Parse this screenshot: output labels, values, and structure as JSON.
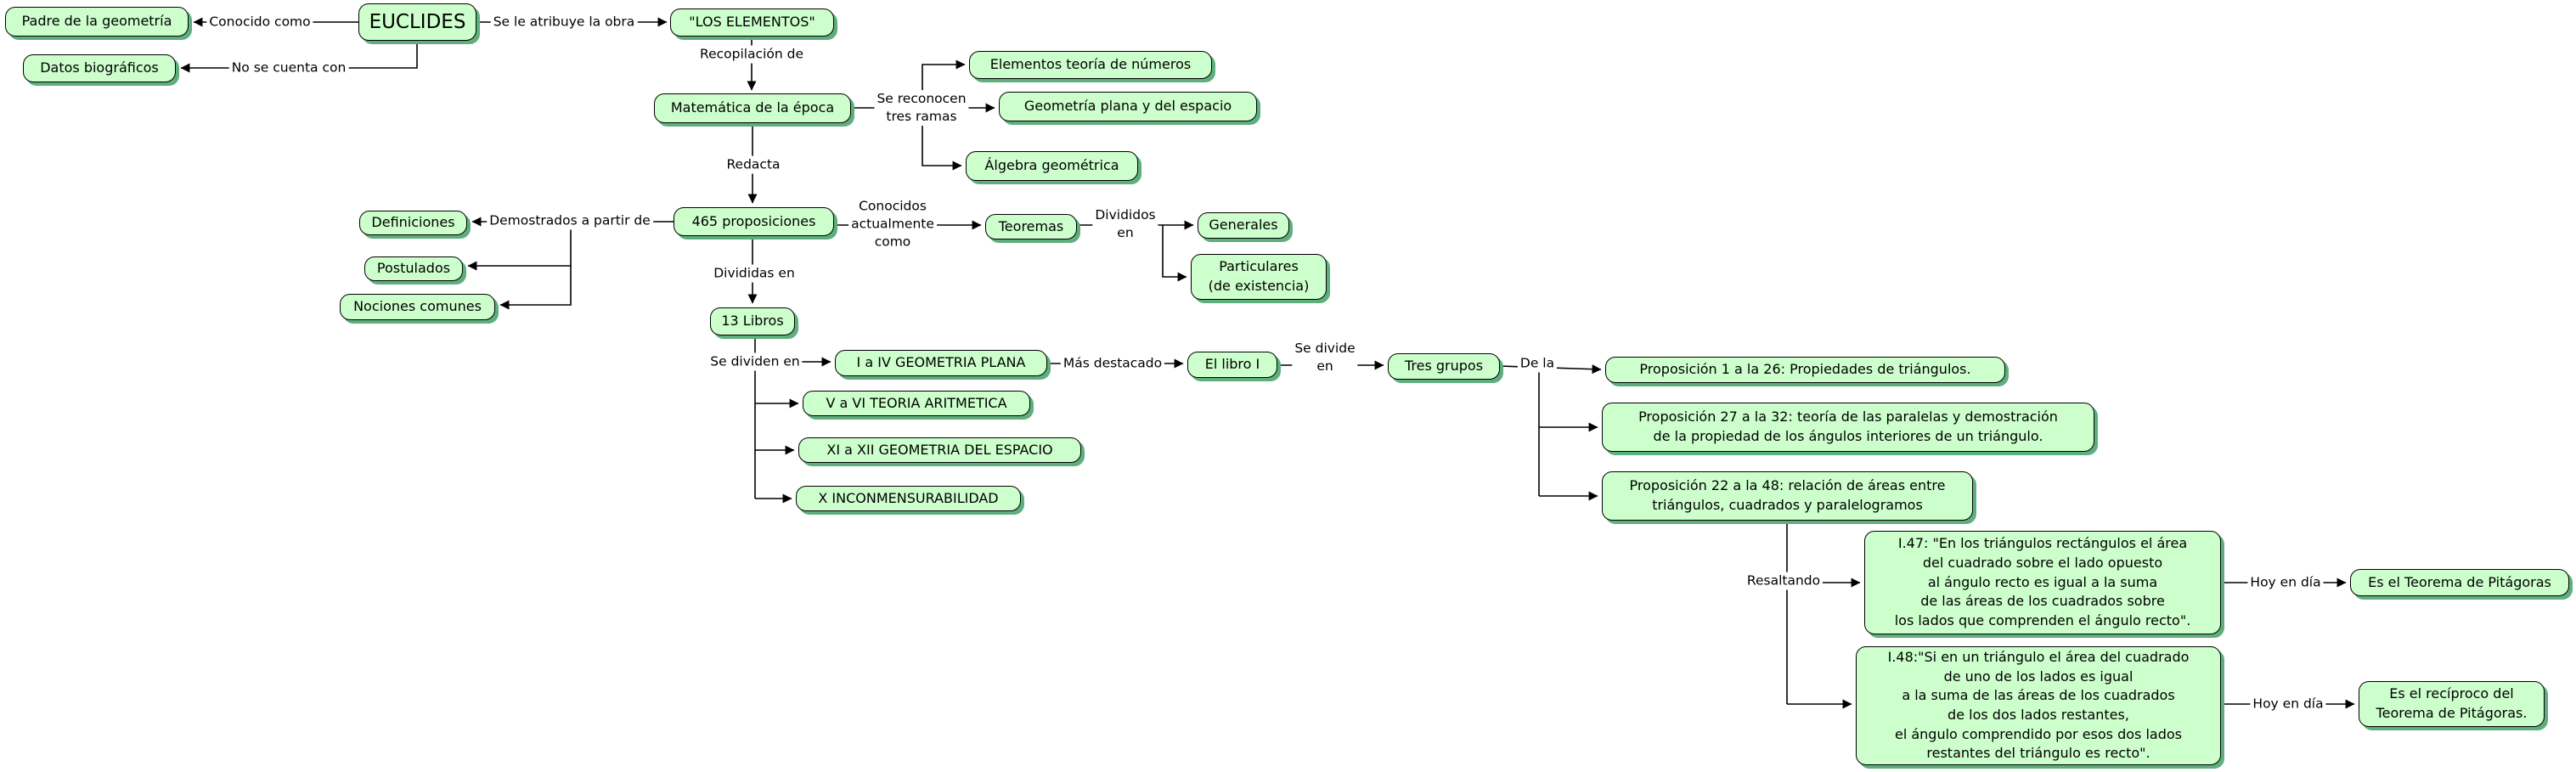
{
  "colors": {
    "node_fill": "#ccffcc",
    "node_border": "#000000",
    "node_shadow": "#5fae7d",
    "connector": "#000000",
    "background": "#ffffff"
  },
  "nodes": {
    "padre": "Padre de la geometría",
    "datos": "Datos biográficos",
    "euclides": "EUCLIDES",
    "elementos": "\"LOS ELEMENTOS\"",
    "matematica": "Matemática de la época",
    "elem_numeros": "Elementos teoría de números",
    "geo_plana": "Geometría plana y del espacio",
    "algebra": "Álgebra geométrica",
    "definiciones": "Definiciones",
    "postulados": "Postulados",
    "nociones": "Nociones comunes",
    "prop465": "465 proposiciones",
    "teoremas": "Teoremas",
    "generales": "Generales",
    "particulares": "Particulares\n(de existencia)",
    "libros13": "13 Libros",
    "lib1_4": "I a IV GEOMETRIA PLANA",
    "lib5_6": "V a VI TEORIA ARITMETICA",
    "lib11_12": "XI a XII GEOMETRIA DEL ESPACIO",
    "lib10": "X INCONMENSURABILIDAD",
    "libro1": "El libro I",
    "tres_grupos": "Tres grupos",
    "prop1_26": "Proposición 1 a la 26: Propiedades de triángulos.",
    "prop27_32": "Proposición 27 a la 32: teoría de las paralelas y demostración\nde la propiedad de los ángulos interiores de un triángulo.",
    "prop22_48": "Proposición 22 a la 48: relación de áreas entre\ntriángulos, cuadrados y paralelogramos",
    "i47": "I.47: \"En los triángulos rectángulos el área\ndel cuadrado sobre el lado opuesto\nal ángulo recto es igual a la suma\nde las áreas de los cuadrados sobre\nlos lados que comprenden el ángulo recto\".",
    "i48": "I.48:\"Si en un triángulo el área del cuadrado\nde uno de los lados es igual\na la suma de las áreas de los cuadrados\nde los dos lados restantes,\nel ángulo comprendido por esos dos lados\nrestantes del triángulo es recto\".",
    "teorema_pitagoras": "Es el Teorema de Pitágoras",
    "reciproco": "Es el recíproco del\nTeorema de Pitágoras."
  },
  "labels": {
    "conocido_como": "Conocido como",
    "se_atribuye": "Se le atribuye la obra",
    "no_se_cuenta": "No se cuenta con",
    "recopilacion": "Recopilación de",
    "se_reconocen": "Se reconocen\ntres ramas",
    "redacta": "Redacta",
    "demostrados": "Demostrados a partir de",
    "conocidos_actualmente": "Conocidos\nactualmente\ncomo",
    "divididos_en": "Divididos\nen",
    "divididas_en": "Divididas en",
    "se_dividen_en": "Se dividen en",
    "mas_destacado": "Más destacado",
    "se_divide_en": "Se divide\nen",
    "de_la": "De la",
    "resaltando": "Resaltando",
    "hoy_en_dia_1": "Hoy en día",
    "hoy_en_dia_2": "Hoy en día"
  }
}
